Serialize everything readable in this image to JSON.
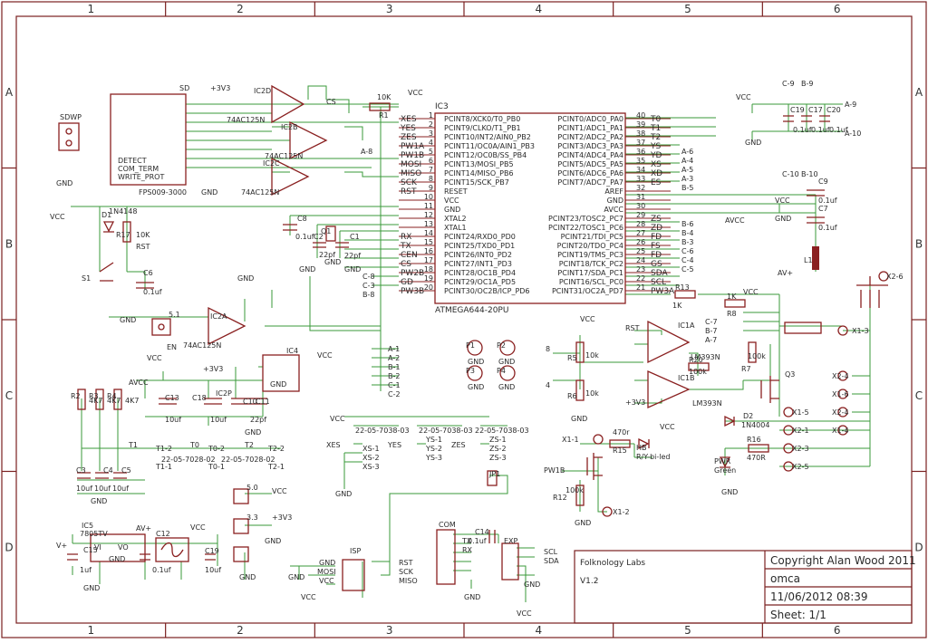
{
  "frame": {
    "columns": [
      "1",
      "2",
      "3",
      "4",
      "5",
      "6"
    ],
    "rows": [
      "A",
      "B",
      "C",
      "D"
    ]
  },
  "title_block": {
    "company": "Folknology Labs",
    "version": "V1.2",
    "copyright": "Copyright Alan Wood 2011",
    "name": "omca",
    "datetime": "11/06/2012 08:39",
    "sheet": "Sheet: 1/1"
  },
  "ic3": {
    "ref": "IC3",
    "part": "ATMEGA644-20PU",
    "left_pins": [
      "PCINT8/XCK0/T0_PB0",
      "PCINT9/CLKO/T1_PB1",
      "PCINT10/INT2/AIN0_PB2",
      "PCINT11/OC0A/AIN1_PB3",
      "PCINT12/OC0B/SS_PB4",
      "PCINT13/MOSI_PB5",
      "PCINT14/MISO_PB6",
      "PCINT15/SCK_PB7",
      "RESET",
      "VCC",
      "GND",
      "XTAL2",
      "XTAL1",
      "PCINT24/RXD0_PD0",
      "PCINT25/TXD0_PD1",
      "PCINT26/INT0_PD2",
      "PCINT27/INT1_PD3",
      "PCINT28/OC1B_PD4",
      "PCINT29/OC1A_PD5",
      "PCINT30/OC2B/ICP_PD6"
    ],
    "left_nums": [
      "1",
      "2",
      "3",
      "4",
      "5",
      "6",
      "7",
      "8",
      "9",
      "10",
      "11",
      "12",
      "13",
      "14",
      "15",
      "16",
      "17",
      "18",
      "19",
      "20"
    ],
    "left_nets": [
      "XES",
      "YES",
      "ZES",
      "PW1A",
      "PW1B",
      "MOSI",
      "MISO",
      "SCK",
      "RST",
      "",
      "",
      "",
      "",
      "RX",
      "TX",
      "CEN",
      "CS",
      "PW2B",
      "GD",
      "PW3B"
    ],
    "right_pins": [
      "PCINT0/ADC0_PA0",
      "PCINT1/ADC1_PA1",
      "PCINT2/ADC2_PA2",
      "PCINT3/ADC3_PA3",
      "PCINT4/ADC4_PA4",
      "PCINT5/ADC5_PA5",
      "PCINT6/ADC6_PA6",
      "PCINT7/ADC7_PA7",
      "AREF",
      "GND",
      "AVCC",
      "PCINT23/TOSC2_PC7",
      "PCINT22/TOSC1_PC6",
      "PCINT21/TDI_PC5",
      "PCINT20/TDO_PC4",
      "PCINT19/TMS_PC3",
      "PCINT18/TCK_PC2",
      "PCINT17/SDA_PC1",
      "PCINT16/SCL_PC0",
      "PCINT31/OC2A_PD7"
    ],
    "right_nums": [
      "40",
      "39",
      "38",
      "37",
      "36",
      "35",
      "34",
      "33",
      "32",
      "31",
      "30",
      "29",
      "28",
      "27",
      "26",
      "25",
      "24",
      "23",
      "22",
      "21"
    ],
    "right_nets": [
      "T0",
      "T1",
      "T2",
      "YS",
      "YD",
      "XS",
      "XD",
      "ES",
      "",
      "",
      "",
      "ZS",
      "ZD",
      "FD",
      "FS",
      "FD",
      "GS",
      "SDA",
      "SCL",
      "PW3A"
    ]
  },
  "labels": [
    {
      "t": "SD"
    },
    {
      "t": "SDWP"
    },
    {
      "t": "DETECT"
    },
    {
      "t": "COM_TERM"
    },
    {
      "t": "WRITE_PROT"
    },
    {
      "t": "FPS009-3000"
    },
    {
      "t": "GND"
    },
    {
      "t": "GND"
    },
    {
      "t": "IC2D"
    },
    {
      "t": "IC2B"
    },
    {
      "t": "IC2C"
    },
    {
      "t": "74AC125N"
    },
    {
      "t": "74AC125N"
    },
    {
      "t": "74AC125N"
    },
    {
      "t": "+3V3"
    },
    {
      "t": "CS"
    },
    {
      "t": "R1"
    },
    {
      "t": "10K"
    },
    {
      "t": "VCC"
    },
    {
      "t": "A-8"
    },
    {
      "t": "VCC"
    },
    {
      "t": "D1"
    },
    {
      "t": "1N4148"
    },
    {
      "t": "R17"
    },
    {
      "t": "10K"
    },
    {
      "t": "RST"
    },
    {
      "t": "S1"
    },
    {
      "t": "C6"
    },
    {
      "t": "0.1uf"
    },
    {
      "t": "GND"
    },
    {
      "t": "C8"
    },
    {
      "t": "0.1uf"
    },
    {
      "t": "Q1"
    },
    {
      "t": "C1"
    },
    {
      "t": "22pf"
    },
    {
      "t": "C2"
    },
    {
      "t": "22pf"
    },
    {
      "t": "GND"
    },
    {
      "t": "GND"
    },
    {
      "t": "GND"
    },
    {
      "t": "GND"
    },
    {
      "t": "IC2A"
    },
    {
      "t": "74AC125N"
    },
    {
      "t": "EN"
    },
    {
      "t": "5.1"
    },
    {
      "t": "VCC"
    },
    {
      "t": "C9"
    },
    {
      "t": "0.1uf"
    },
    {
      "t": "C7"
    },
    {
      "t": "0.1uf"
    },
    {
      "t": "AVCC"
    },
    {
      "t": "GND"
    },
    {
      "t": "L1"
    },
    {
      "t": "AV+"
    },
    {
      "t": "C-9"
    },
    {
      "t": "B-9"
    },
    {
      "t": "C19"
    },
    {
      "t": "C17"
    },
    {
      "t": "C20"
    },
    {
      "t": "0.1uf"
    },
    {
      "t": "0.1uf"
    },
    {
      "t": "0.1uf"
    },
    {
      "t": "A-9"
    },
    {
      "t": "A-10"
    },
    {
      "t": "C-10"
    },
    {
      "t": "B-10"
    },
    {
      "t": "VCC"
    },
    {
      "t": "GND"
    },
    {
      "t": "A-6"
    },
    {
      "t": "A-4"
    },
    {
      "t": "A-5"
    },
    {
      "t": "A-3"
    },
    {
      "t": "B-5"
    },
    {
      "t": "B-6"
    },
    {
      "t": "B-4"
    },
    {
      "t": "B-3"
    },
    {
      "t": "C-6"
    },
    {
      "t": "C-4"
    },
    {
      "t": "C-5"
    },
    {
      "t": "C-8"
    },
    {
      "t": "C-3"
    },
    {
      "t": "B-8"
    },
    {
      "t": "A-1"
    },
    {
      "t": "A-2"
    },
    {
      "t": "B-1"
    },
    {
      "t": "B-2"
    },
    {
      "t": "C-1"
    },
    {
      "t": "C-2"
    },
    {
      "t": "IC4"
    },
    {
      "t": "VCC"
    },
    {
      "t": "GND"
    },
    {
      "t": "VCC"
    },
    {
      "t": "+3V3"
    },
    {
      "t": "AVCC"
    },
    {
      "t": "R2"
    },
    {
      "t": "4K7"
    },
    {
      "t": "R3"
    },
    {
      "t": "4K7"
    },
    {
      "t": "R4"
    },
    {
      "t": "4K7"
    },
    {
      "t": "C13"
    },
    {
      "t": "10uf"
    },
    {
      "t": "C18"
    },
    {
      "t": "10uf"
    },
    {
      "t": "IC2P"
    },
    {
      "t": "C10"
    },
    {
      "t": "C11"
    },
    {
      "t": "22pf"
    },
    {
      "t": "GND"
    },
    {
      "t": "T1"
    },
    {
      "t": "T0"
    },
    {
      "t": "T2"
    },
    {
      "t": "T1-2"
    },
    {
      "t": "T0-2"
    },
    {
      "t": "T2-2"
    },
    {
      "t": "T1-1"
    },
    {
      "t": "T0-1"
    },
    {
      "t": "T2-1"
    },
    {
      "t": "22-05-7028-02"
    },
    {
      "t": "22-05-7028-02"
    },
    {
      "t": "C3"
    },
    {
      "t": "C4"
    },
    {
      "t": "C5"
    },
    {
      "t": "10uf"
    },
    {
      "t": "10uf"
    },
    {
      "t": "10uf"
    },
    {
      "t": "GND"
    },
    {
      "t": "VCC"
    },
    {
      "t": "22-05-7038-03"
    },
    {
      "t": "22-05-7038-03"
    },
    {
      "t": "22-05-7038-03"
    },
    {
      "t": "XES"
    },
    {
      "t": "YES"
    },
    {
      "t": "ZES"
    },
    {
      "t": "XS-1"
    },
    {
      "t": "XS-2"
    },
    {
      "t": "XS-3"
    },
    {
      "t": "YS-1"
    },
    {
      "t": "YS-2"
    },
    {
      "t": "YS-3"
    },
    {
      "t": "ZS-1"
    },
    {
      "t": "ZS-2"
    },
    {
      "t": "ZS-3"
    },
    {
      "t": "GND"
    },
    {
      "t": "JP1"
    },
    {
      "t": "P1"
    },
    {
      "t": "P2"
    },
    {
      "t": "P3"
    },
    {
      "t": "P4"
    },
    {
      "t": "GND"
    },
    {
      "t": "GND"
    },
    {
      "t": "GND"
    },
    {
      "t": "GND"
    },
    {
      "t": "VCC"
    },
    {
      "t": "R5"
    },
    {
      "t": "10k"
    },
    {
      "t": "R6"
    },
    {
      "t": "10k"
    },
    {
      "t": "8"
    },
    {
      "t": "4"
    },
    {
      "t": "GND"
    },
    {
      "t": "RST"
    },
    {
      "t": "IC1A"
    },
    {
      "t": "LM393N"
    },
    {
      "t": "R20"
    },
    {
      "t": "100k"
    },
    {
      "t": "IC1B"
    },
    {
      "t": "LM393N"
    },
    {
      "t": "+3V3"
    },
    {
      "t": "C-7"
    },
    {
      "t": "B-7"
    },
    {
      "t": "A-7"
    },
    {
      "t": "R13"
    },
    {
      "t": "1K"
    },
    {
      "t": "R8"
    },
    {
      "t": "1K"
    },
    {
      "t": "VCC"
    },
    {
      "t": "X2-6"
    },
    {
      "t": "X1-3"
    },
    {
      "t": "R7"
    },
    {
      "t": "100k"
    },
    {
      "t": "Q3"
    },
    {
      "t": "X2-4"
    },
    {
      "t": "X1-6"
    },
    {
      "t": "X2-4"
    },
    {
      "t": "X1-4"
    },
    {
      "t": "X1-5"
    },
    {
      "t": "X2-1"
    },
    {
      "t": "X2-3"
    },
    {
      "t": "X2-5"
    },
    {
      "t": "D2"
    },
    {
      "t": "1N4004"
    },
    {
      "t": "PWR"
    },
    {
      "t": "Green"
    },
    {
      "t": "R16"
    },
    {
      "t": "470R"
    },
    {
      "t": "GND"
    },
    {
      "t": "X1-1"
    },
    {
      "t": "470r"
    },
    {
      "t": "R15"
    },
    {
      "t": "HB"
    },
    {
      "t": "R/Y-bi-led"
    },
    {
      "t": "VCC"
    },
    {
      "t": "PW1B"
    },
    {
      "t": "R12"
    },
    {
      "t": "100k"
    },
    {
      "t": "X1-2"
    },
    {
      "t": "GND"
    },
    {
      "t": "IC5"
    },
    {
      "t": "7805TV"
    },
    {
      "t": "V+"
    },
    {
      "t": "AV+"
    },
    {
      "t": "VI"
    },
    {
      "t": "VO"
    },
    {
      "t": "GND"
    },
    {
      "t": "C15"
    },
    {
      "t": "1uf"
    },
    {
      "t": "C12"
    },
    {
      "t": "0.1uf"
    },
    {
      "t": "C19"
    },
    {
      "t": "10uf"
    },
    {
      "t": "GND"
    },
    {
      "t": "VCC"
    },
    {
      "t": "5.0"
    },
    {
      "t": "VCC"
    },
    {
      "t": "3.3"
    },
    {
      "t": "+3V3"
    },
    {
      "t": "GND"
    },
    {
      "t": "GND"
    },
    {
      "t": "ISP"
    },
    {
      "t": "GND"
    },
    {
      "t": "MOSI"
    },
    {
      "t": "VCC"
    },
    {
      "t": "RST"
    },
    {
      "t": "SCK"
    },
    {
      "t": "MISO"
    },
    {
      "t": "GND"
    },
    {
      "t": "VCC"
    },
    {
      "t": "COM"
    },
    {
      "t": "C14"
    },
    {
      "t": "0.1uf"
    },
    {
      "t": "TX"
    },
    {
      "t": "RX"
    },
    {
      "t": "GND"
    },
    {
      "t": "EXP"
    },
    {
      "t": "SCL"
    },
    {
      "t": "SDA"
    },
    {
      "t": "VCC"
    },
    {
      "t": "GND"
    }
  ]
}
